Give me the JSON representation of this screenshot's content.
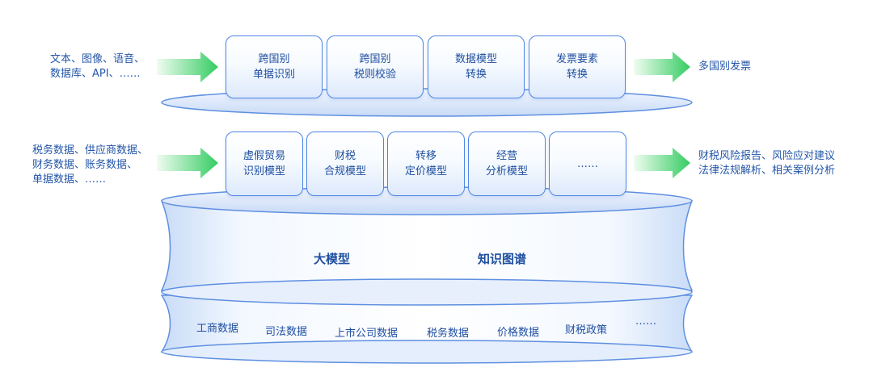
{
  "row1": {
    "left_text": "文本、图像、语音、\n数据库、API、……",
    "right_text": "多国别发票",
    "cards": [
      {
        "label": "跨国别\n单据识别"
      },
      {
        "label": "跨国别\n税则校验"
      },
      {
        "label": "数据模型\n转换"
      },
      {
        "label": "发票要素\n转换"
      }
    ]
  },
  "row2": {
    "left_text": "税务数据、供应商数据、\n财务数据、账务数据、\n单据数据、……",
    "right_text": "财税风险报告、风险应对建议\n法律法规解析、相关案例分析",
    "cards": [
      {
        "label": "虚假贸易\n识别模型"
      },
      {
        "label": "财税\n合规模型"
      },
      {
        "label": "转移\n定价模型"
      },
      {
        "label": "经营\n分析模型"
      },
      {
        "label": "……"
      }
    ]
  },
  "core": {
    "left": "大模型",
    "right": "知识图谱"
  },
  "sources": [
    "工商数据",
    "司法数据",
    "上市公司数据",
    "税务数据",
    "价格数据",
    "财税政策",
    "……"
  ],
  "colors": {
    "accent": "#2456a8",
    "card_border": "#4d86e6",
    "arrow_start": "#e9fbe9",
    "arrow_end": "#3ed06a"
  }
}
